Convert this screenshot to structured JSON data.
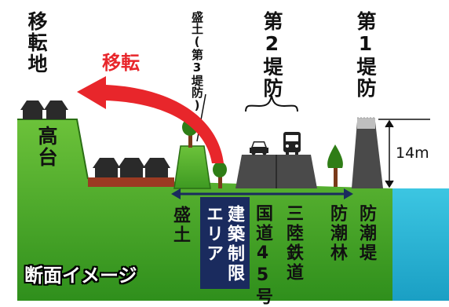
{
  "labels": {
    "relocation_site": "移転地",
    "relocation_arrow": "移転",
    "highland": "高台",
    "embankment_3rd": "盛土(第3堤防)",
    "levee_2nd": "第2堤防",
    "levee_1st": "第1堤防",
    "height": "14m",
    "fill": "盛土",
    "restricted_zone": "建築制限エリア",
    "route45": "国道45号",
    "sanriku_rail": "三陸鉄道",
    "tide_forest": "防潮林",
    "seawall": "防潮堤",
    "caption": "断面イメージ"
  },
  "colors": {
    "ground_green": "#5cb531",
    "ground_dark": "#3f9a20",
    "sea": "#2ab7d6",
    "arrow_red": "#e8262b",
    "zone_navy": "#1a2b5e",
    "levee_gray": "#4a4a4a",
    "soil": "#9b3a22"
  }
}
